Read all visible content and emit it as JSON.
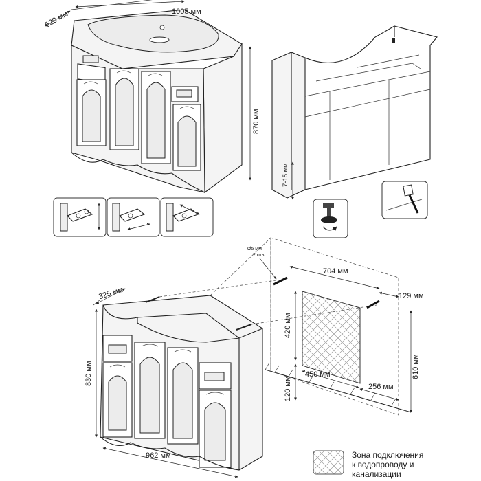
{
  "top_view": {
    "depth_label": "520 мм",
    "width_label": "1005 мм",
    "height_label": "870 мм"
  },
  "frame_view": {
    "leg_adjust_label": "7-15 мм"
  },
  "bottom_view": {
    "depth_label": "325 мм",
    "width_label": "962 мм",
    "height_label": "830 мм"
  },
  "wall_scheme": {
    "screw_label_1": "Ø5 мм",
    "screw_label_2": "2 отв.",
    "hole_spacing_label": "704 мм",
    "edge_offset_label": "129 мм",
    "zone_height_label": "420 мм",
    "total_height_label": "610 мм",
    "floor_offset_label": "120 мм",
    "zone_width_label": "450 мм",
    "side_offset_label": "256 мм"
  },
  "legend": {
    "line1": "Зона подключения",
    "line2": "к водопроводу и",
    "line3": "канализации"
  },
  "icons": [
    "hinge-adjust-vertical-icon",
    "hinge-adjust-horizontal-icon",
    "hinge-adjust-depth-icon",
    "adjustable-leg-icon",
    "screw-detail-icon"
  ]
}
